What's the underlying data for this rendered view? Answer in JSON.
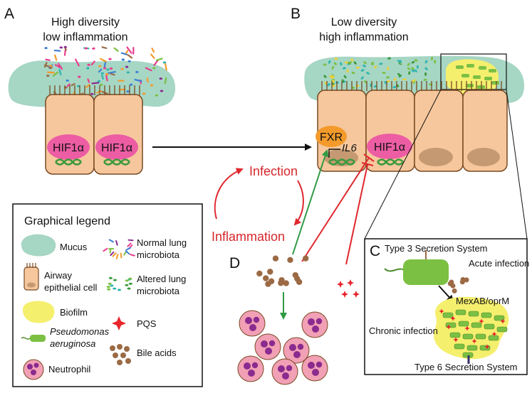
{
  "panels": {
    "a": {
      "letter": "A",
      "title_line1": "High diversity",
      "title_line2": "low inflammation",
      "hif_label": "HIF1α"
    },
    "b": {
      "letter": "B",
      "title_line1": "Low diversity",
      "title_line2": "high inflammation",
      "fxr_label": "FXR",
      "il6_label": "IL6",
      "hif_label": "HIF1α"
    },
    "c": {
      "letter": "C",
      "t3ss": "Type 3 Secretion System",
      "acute": "Acute infection",
      "mex": "MexAB/oprM",
      "chronic": "Chronic infection",
      "t6ss": "Type 6 Secretion System"
    },
    "d": {
      "letter": "D"
    }
  },
  "cycle": {
    "infection": "Infection",
    "inflammation": "Inflammation"
  },
  "legend": {
    "title": "Graphical legend",
    "mucus": "Mucus",
    "epithelial_line1": "Airway",
    "epithelial_line2": "epithelial cell",
    "biofilm": "Biofilm",
    "pseudomonas_line1": "Pseudomonas",
    "pseudomonas_line2": "aeruginosa",
    "neutrophil": "Neutrophil",
    "normal_line1": "Normal lung",
    "normal_line2": "microbiota",
    "altered_line1": "Altered lung",
    "altered_line2": "microbiota",
    "pqs": "PQS",
    "bile": "Bile acids"
  },
  "colors": {
    "mucus": "#a6d6c4",
    "cell_fill": "#f6c79d",
    "cell_stroke": "#7a4a22",
    "nucleus": "#c59a72",
    "hif": "#ec5da4",
    "fxr": "#f39a2b",
    "dna": "#3c9a3c",
    "biofilm": "#f5ef6e",
    "bacteria": "#7bc043",
    "bacteria_dark": "#4d8b2c",
    "pqs": "#e8262b",
    "bile": "#9b6a45",
    "neutrophil_fill": "#f1a0b5",
    "neutrophil_nucleus": "#8b2a8f",
    "arrow_red": "#e0282e",
    "arrow_green": "#2f9b45",
    "text_red": "#d6272c"
  }
}
